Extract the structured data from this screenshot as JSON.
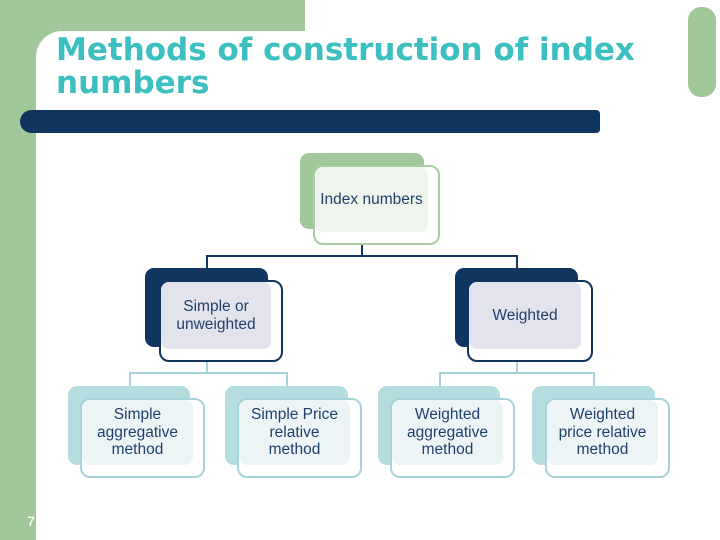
{
  "slide": {
    "title": "Methods of construction of index numbers",
    "page_number": "7",
    "colors": {
      "accent_green": "#A1C79B",
      "navy": "#10355F",
      "title_teal": "#3BBFC0",
      "node_text_navy": "#1E416B",
      "lavender_fill": "#E2E3ED",
      "teal_light": "#B5DDDF",
      "teal_border": "#A6D3DA",
      "green_inner_fill": "#EFF5EC",
      "blue_inner_fill": "#EDF4F6",
      "page_number_color": "#F5F9F2"
    },
    "diagram": {
      "root": {
        "label": "Index numbers"
      },
      "branches": [
        {
          "label": "Simple or unweighted",
          "children": [
            {
              "label": "Simple aggregative method"
            },
            {
              "label": "Simple Price relative method"
            }
          ]
        },
        {
          "label": "Weighted",
          "children": [
            {
              "label": "Weighted aggregative method"
            },
            {
              "label": "Weighted price relative method"
            }
          ]
        }
      ]
    }
  }
}
